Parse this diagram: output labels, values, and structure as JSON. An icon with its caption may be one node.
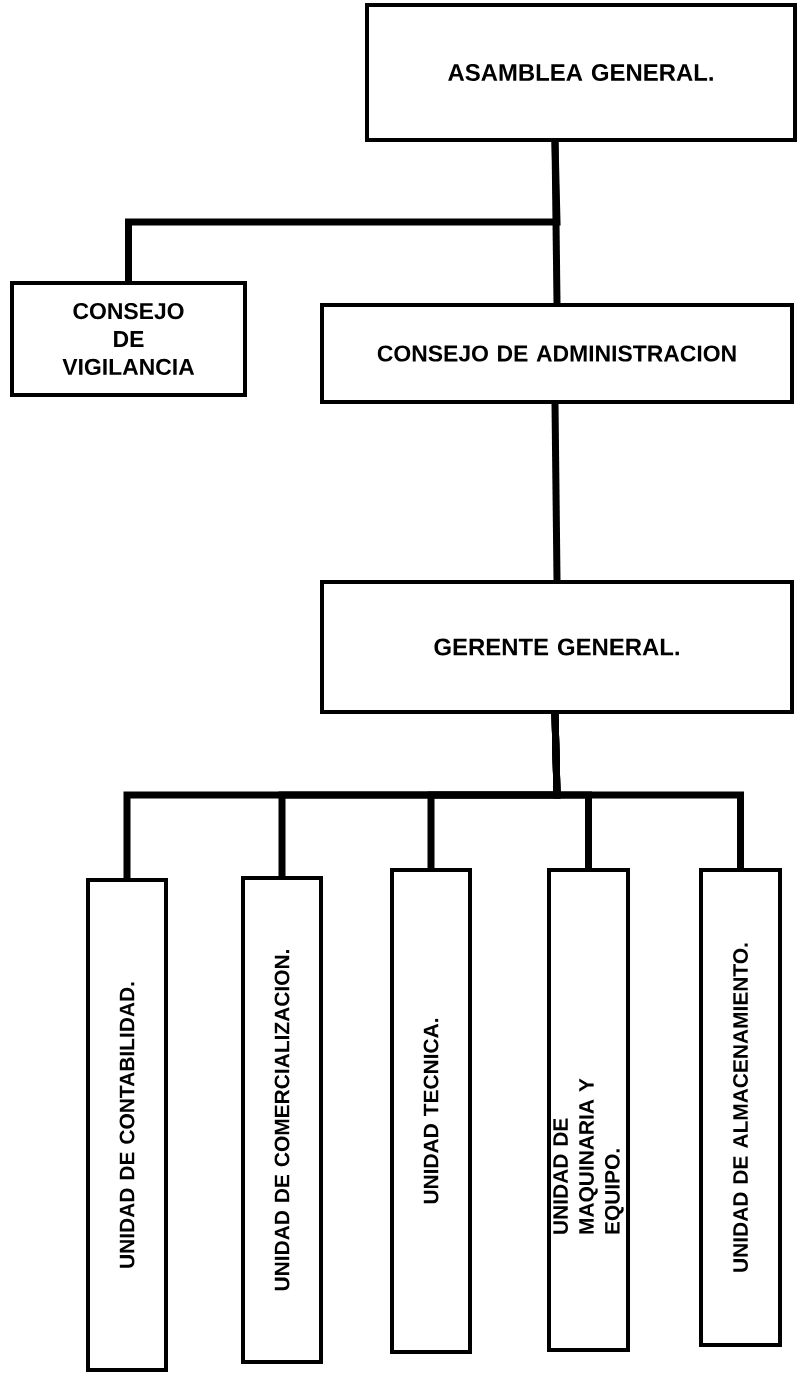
{
  "diagram": {
    "nodes": [
      {
        "text": [
          "ASAMBLEA GENERAL."
        ]
      },
      {
        "text": [
          "CONSEJO DE VIGILANCIA"
        ]
      },
      {
        "text": [
          "CONSEJO DE ADMINISTRACION"
        ]
      },
      {
        "text": [
          "GERENTE GENERAL."
        ]
      },
      {
        "text": [
          "UNIDAD DE CONTABILIDAD."
        ]
      },
      {
        "text": [
          "UNIDAD DE COMERCIALIZACION."
        ]
      },
      {
        "text": [
          "UNIDAD TECNICA."
        ]
      },
      {
        "text": [
          "UNIDAD DE MAQUINARIA Y EQUIPO."
        ]
      },
      {
        "text": [
          "UNIDAD DE ALMACENAMIENTO."
        ]
      }
    ],
    "edges": [
      {
        "from": 0,
        "to": 1,
        "arrow": "none"
      },
      {
        "from": 0,
        "to": 2,
        "arrow": "none"
      },
      {
        "from": 2,
        "to": 3,
        "arrow": "none"
      },
      {
        "from": 3,
        "to": 4,
        "arrow": "none"
      },
      {
        "from": 3,
        "to": 5,
        "arrow": "none"
      },
      {
        "from": 3,
        "to": 6,
        "arrow": "none"
      },
      {
        "from": 3,
        "to": 7,
        "arrow": "none"
      },
      {
        "from": 3,
        "to": 8,
        "arrow": "none"
      }
    ]
  }
}
